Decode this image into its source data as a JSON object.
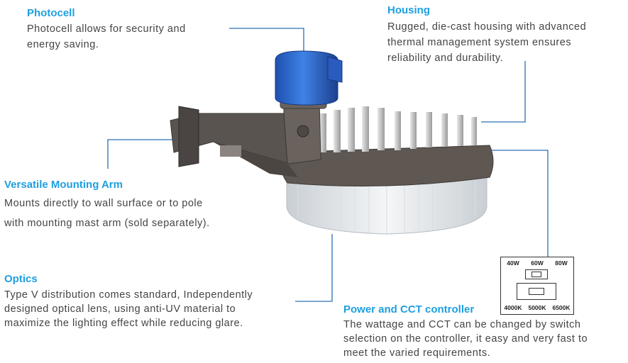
{
  "photocell": {
    "title": "Photocell",
    "lines": [
      "Photocell allows for security and",
      "energy saving."
    ]
  },
  "housing": {
    "title": "Housing",
    "lines": [
      "Rugged, die-cast housing with advanced",
      "thermal management system ensures",
      "reliability and durability."
    ]
  },
  "mounting": {
    "title": "Versatile Mounting Arm",
    "lines": [
      "Mounts directly to wall surface or to pole",
      "with mounting mast arm (sold separately)."
    ]
  },
  "optics": {
    "title": "Optics",
    "lines": [
      "Type V distribution comes standard, Independently",
      "designed optical lens, using anti-UV material to",
      "maximize the lighting effect while reducing glare."
    ]
  },
  "power": {
    "title": "Power and CCT controller",
    "lines": [
      "The wattage and CCT can be changed by switch",
      "selection on the controller, it easy and very fast to",
      "meet the varied requirements."
    ]
  },
  "controller": {
    "wattage": [
      "40W",
      "60W",
      "80W"
    ],
    "cct": [
      "4000K",
      "5000K",
      "6500K"
    ]
  },
  "colors": {
    "accent": "#1e9fe0",
    "leader_line": "#2a6fb5",
    "photocell_blue": "#2f6ed8",
    "housing_gray": "#5a5450"
  }
}
